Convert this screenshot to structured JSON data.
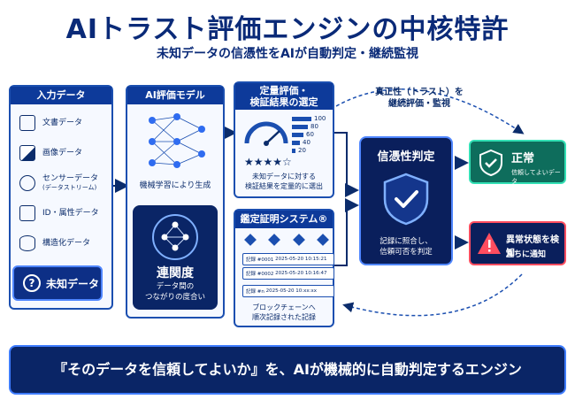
{
  "header": {
    "title": "AIトラスト評価エンジンの中核特許",
    "subtitle": "未知データの信憑性をAIが自動判定・継続監視"
  },
  "input": {
    "heading": "入力データ",
    "items": [
      {
        "label": "文書データ",
        "icon": "document-icon"
      },
      {
        "label": "画像データ",
        "icon": "image-icon"
      },
      {
        "label": "センサーデータ",
        "sub": "(データストリーム)",
        "icon": "sensor-icon"
      },
      {
        "label": "ID・属性データ",
        "icon": "id-card-icon"
      },
      {
        "label": "構造化データ",
        "icon": "database-icon"
      }
    ],
    "unknown_label": "未知データ",
    "unknown_icon": "?"
  },
  "model": {
    "heading": "AI評価モデル",
    "caption": "機械学習により生成",
    "relevance_title": "連関度",
    "relevance_sub_1": "データ間の",
    "relevance_sub_2": "つながりの度合い"
  },
  "quant": {
    "heading_1": "定量評価・",
    "heading_2": "検証結果の選定",
    "bars": [
      100,
      80,
      60,
      40,
      20
    ],
    "stars": "★★★★☆",
    "caption_1": "未知データに対する",
    "caption_2": "検証結果を定量的に選出"
  },
  "chain": {
    "heading": "鑑定証明システム",
    "registered": "®",
    "records": [
      {
        "id": "記録 #0001",
        "time": "2025-05-20 10:15:21"
      },
      {
        "id": "記録 #0002",
        "time": "2025-05-20 10:16:47"
      },
      {
        "id": "記録 #n",
        "time": "2025-05-20 10:xx:xx"
      }
    ],
    "caption_1": "ブロックチェーンへ",
    "caption_2": "順次記録された記録"
  },
  "judge": {
    "top_note_1": "真正性（トラスト）を",
    "top_note_2": "継続評価・監視",
    "title": "信憑性判定",
    "caption_1": "記録に照合し、",
    "caption_2": "信頼可否を判定"
  },
  "results": {
    "ok_title": "正常",
    "ok_sub": "信頼してよいデータ",
    "ng_title": "異常状態を検知",
    "ng_sub": "直ちに通知"
  },
  "banner": "『そのデータを信頼してよいか』を、AIが機械的に自動判定するエンジン",
  "colors": {
    "navy": "#0a2566",
    "accent": "#3e7cff",
    "ok": "#33e0b5",
    "alert": "#ff4d5f"
  }
}
